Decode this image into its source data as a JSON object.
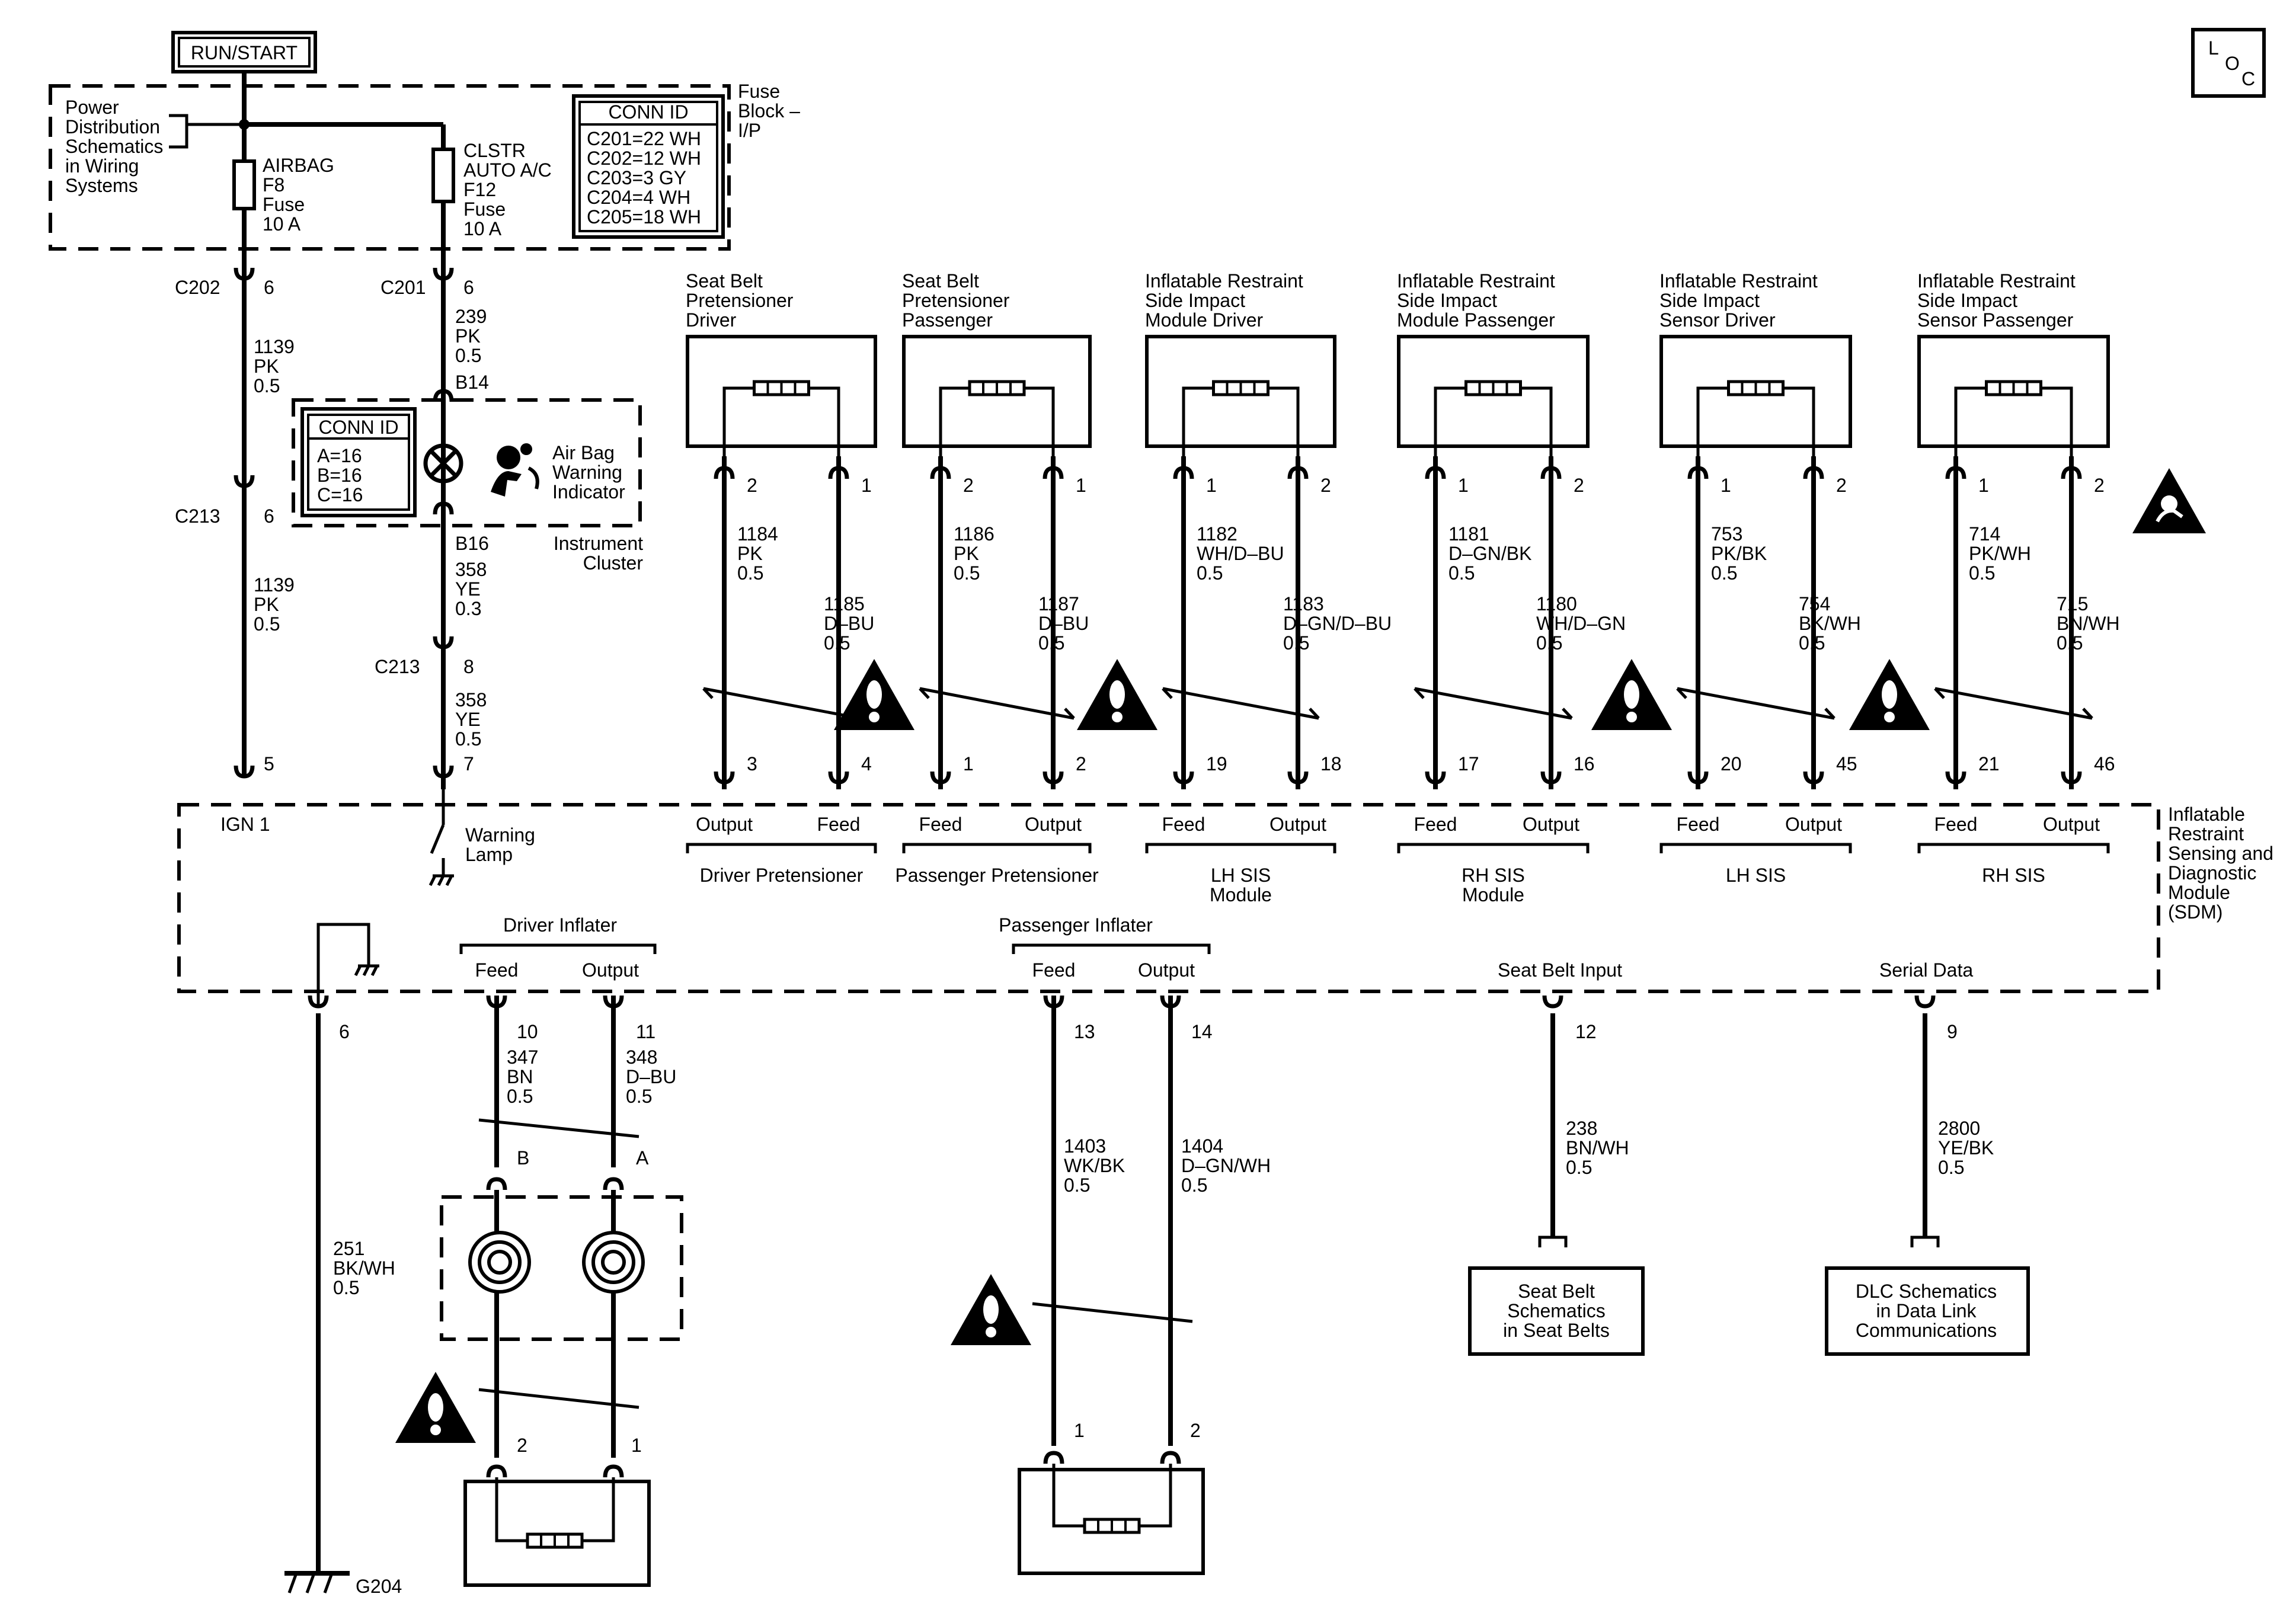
{
  "run_start": "RUN/START",
  "loc": [
    "L",
    "O",
    "C"
  ],
  "power_dist": [
    "Power",
    "Distribution",
    "Schematics",
    "in Wiring",
    "Systems"
  ],
  "fuse_block_label": [
    "Fuse",
    "Block –",
    "I/P"
  ],
  "fuse_airbag": [
    "AIRBAG",
    "F8",
    "Fuse",
    "10 A"
  ],
  "fuse_clstr": [
    "CLSTR",
    "AUTO A/C",
    "F12",
    "Fuse",
    "10 A"
  ],
  "conn_id_title": "CONN ID",
  "conn_id_fuse": [
    "C201=22 WH",
    "C202=12 WH",
    "C203=3 GY",
    "C204=4 WH",
    "C205=18 WH"
  ],
  "conn_id_cluster": [
    "A=16",
    "B=16",
    "C=16"
  ],
  "left_connectors": {
    "c202": "C202",
    "c202_pin": "6",
    "c201": "C201",
    "c201_pin": "6",
    "c213a": "C213",
    "c213a_pin": "6",
    "c213b": "C213",
    "c213b_pin": "8",
    "b14": "B14",
    "b16": "B16"
  },
  "left_wires": {
    "w1139a": [
      "1139",
      "PK",
      "0.5"
    ],
    "w1139b": [
      "1139",
      "PK",
      "0.5"
    ],
    "w239": [
      "239",
      "PK",
      "0.5"
    ],
    "w358a": [
      "358",
      "YE",
      "0.3"
    ],
    "w358b": [
      "358",
      "YE",
      "0.5"
    ]
  },
  "airbag_indicator": [
    "Air Bag",
    "Warning",
    "Indicator"
  ],
  "instrument_cluster": [
    "Instrument",
    "Cluster"
  ],
  "sdm_left": {
    "pin5": "5",
    "pin7": "7",
    "ign1": "IGN 1",
    "warning_lamp": [
      "Warning",
      "Lamp"
    ],
    "pin6": "6"
  },
  "sdm_label": [
    "Inflatable",
    "Restraint",
    "Sensing and",
    "Diagnostic",
    "Module",
    "(SDM)"
  ],
  "components": [
    {
      "title": [
        "Seat Belt",
        "Pretensioner",
        "Driver"
      ],
      "pins": [
        "2",
        "1"
      ],
      "wires": [
        [
          "1184",
          "PK",
          "0.5"
        ],
        [
          "1185",
          "D–BU",
          "0.5"
        ]
      ],
      "sdm_pins": [
        "3",
        "4"
      ],
      "sdm_labels": [
        "Output",
        "Feed"
      ],
      "group": [
        "Driver Pretensioner"
      ],
      "warn": false
    },
    {
      "title": [
        "Seat Belt",
        "Pretensioner",
        "Passenger"
      ],
      "pins": [
        "2",
        "1"
      ],
      "wires": [
        [
          "1186",
          "PK",
          "0.5"
        ],
        [
          "1187",
          "D–BU",
          "0.5"
        ]
      ],
      "sdm_pins": [
        "1",
        "2"
      ],
      "sdm_labels": [
        "Feed",
        "Output"
      ],
      "group": [
        "Passenger Pretensioner"
      ],
      "warn": true
    },
    {
      "title": [
        "Inflatable Restraint",
        "Side Impact",
        "Module Driver"
      ],
      "pins": [
        "1",
        "2"
      ],
      "wires": [
        [
          "1182",
          "WH/D–BU",
          "0.5"
        ],
        [
          "1183",
          "D–GN/D–BU",
          "0.5"
        ]
      ],
      "sdm_pins": [
        "19",
        "18"
      ],
      "sdm_labels": [
        "Feed",
        "Output"
      ],
      "group": [
        "LH SIS",
        "Module"
      ],
      "warn": true
    },
    {
      "title": [
        "Inflatable Restraint",
        "Side Impact",
        "Module Passenger"
      ],
      "pins": [
        "1",
        "2"
      ],
      "wires": [
        [
          "1181",
          "D–GN/BK",
          "0.5"
        ],
        [
          "1180",
          "WH/D–GN",
          "0.5"
        ]
      ],
      "sdm_pins": [
        "17",
        "16"
      ],
      "sdm_labels": [
        "Feed",
        "Output"
      ],
      "group": [
        "RH SIS",
        "Module"
      ],
      "warn": false
    },
    {
      "title": [
        "Inflatable Restraint",
        "Side Impact",
        "Sensor Driver"
      ],
      "pins": [
        "1",
        "2"
      ],
      "wires": [
        [
          "753",
          "PK/BK",
          "0.5"
        ],
        [
          "754",
          "BK/WH",
          "0.5"
        ]
      ],
      "sdm_pins": [
        "20",
        "45"
      ],
      "sdm_labels": [
        "Feed",
        "Output"
      ],
      "group": [
        "LH SIS"
      ],
      "warn": true
    },
    {
      "title": [
        "Inflatable Restraint",
        "Side Impact",
        "Sensor Passenger"
      ],
      "pins": [
        "1",
        "2"
      ],
      "wires": [
        [
          "714",
          "PK/WH",
          "0.5"
        ],
        [
          "715",
          "BN/WH",
          "0.5"
        ]
      ],
      "sdm_pins": [
        "21",
        "46"
      ],
      "sdm_labels": [
        "Feed",
        "Output"
      ],
      "group": [
        "RH SIS"
      ],
      "warn": true
    }
  ],
  "driver_inflater": {
    "title": "Driver Inflater",
    "labels": [
      "Feed",
      "Output"
    ],
    "sdm_pins": [
      "10",
      "11"
    ],
    "wires": [
      [
        "347",
        "BN",
        "0.5"
      ],
      [
        "348",
        "D–BU",
        "0.5"
      ]
    ],
    "conn_pins": [
      "B",
      "A"
    ],
    "bottom_pins": [
      "2",
      "1"
    ]
  },
  "passenger_inflater": {
    "title": "Passenger Inflater",
    "labels": [
      "Feed",
      "Output"
    ],
    "sdm_pins": [
      "13",
      "14"
    ],
    "wires": [
      [
        "1403",
        "WK/BK",
        "0.5"
      ],
      [
        "1404",
        "D–GN/WH",
        "0.5"
      ]
    ],
    "bottom_pins": [
      "1",
      "2"
    ]
  },
  "seat_belt_input": {
    "label": "Seat Belt Input",
    "pin": "12",
    "wire": [
      "238",
      "BN/WH",
      "0.5"
    ],
    "box": [
      "Seat Belt",
      "Schematics",
      "in Seat Belts"
    ]
  },
  "serial_data": {
    "label": "Serial Data",
    "pin": "9",
    "wire": [
      "2800",
      "YE/BK",
      "0.5"
    ],
    "box": [
      "DLC Schematics",
      "in Data Link",
      "Communications"
    ]
  },
  "ground": {
    "wire": [
      "251",
      "BK/WH",
      "0.5"
    ],
    "name": "G204"
  }
}
